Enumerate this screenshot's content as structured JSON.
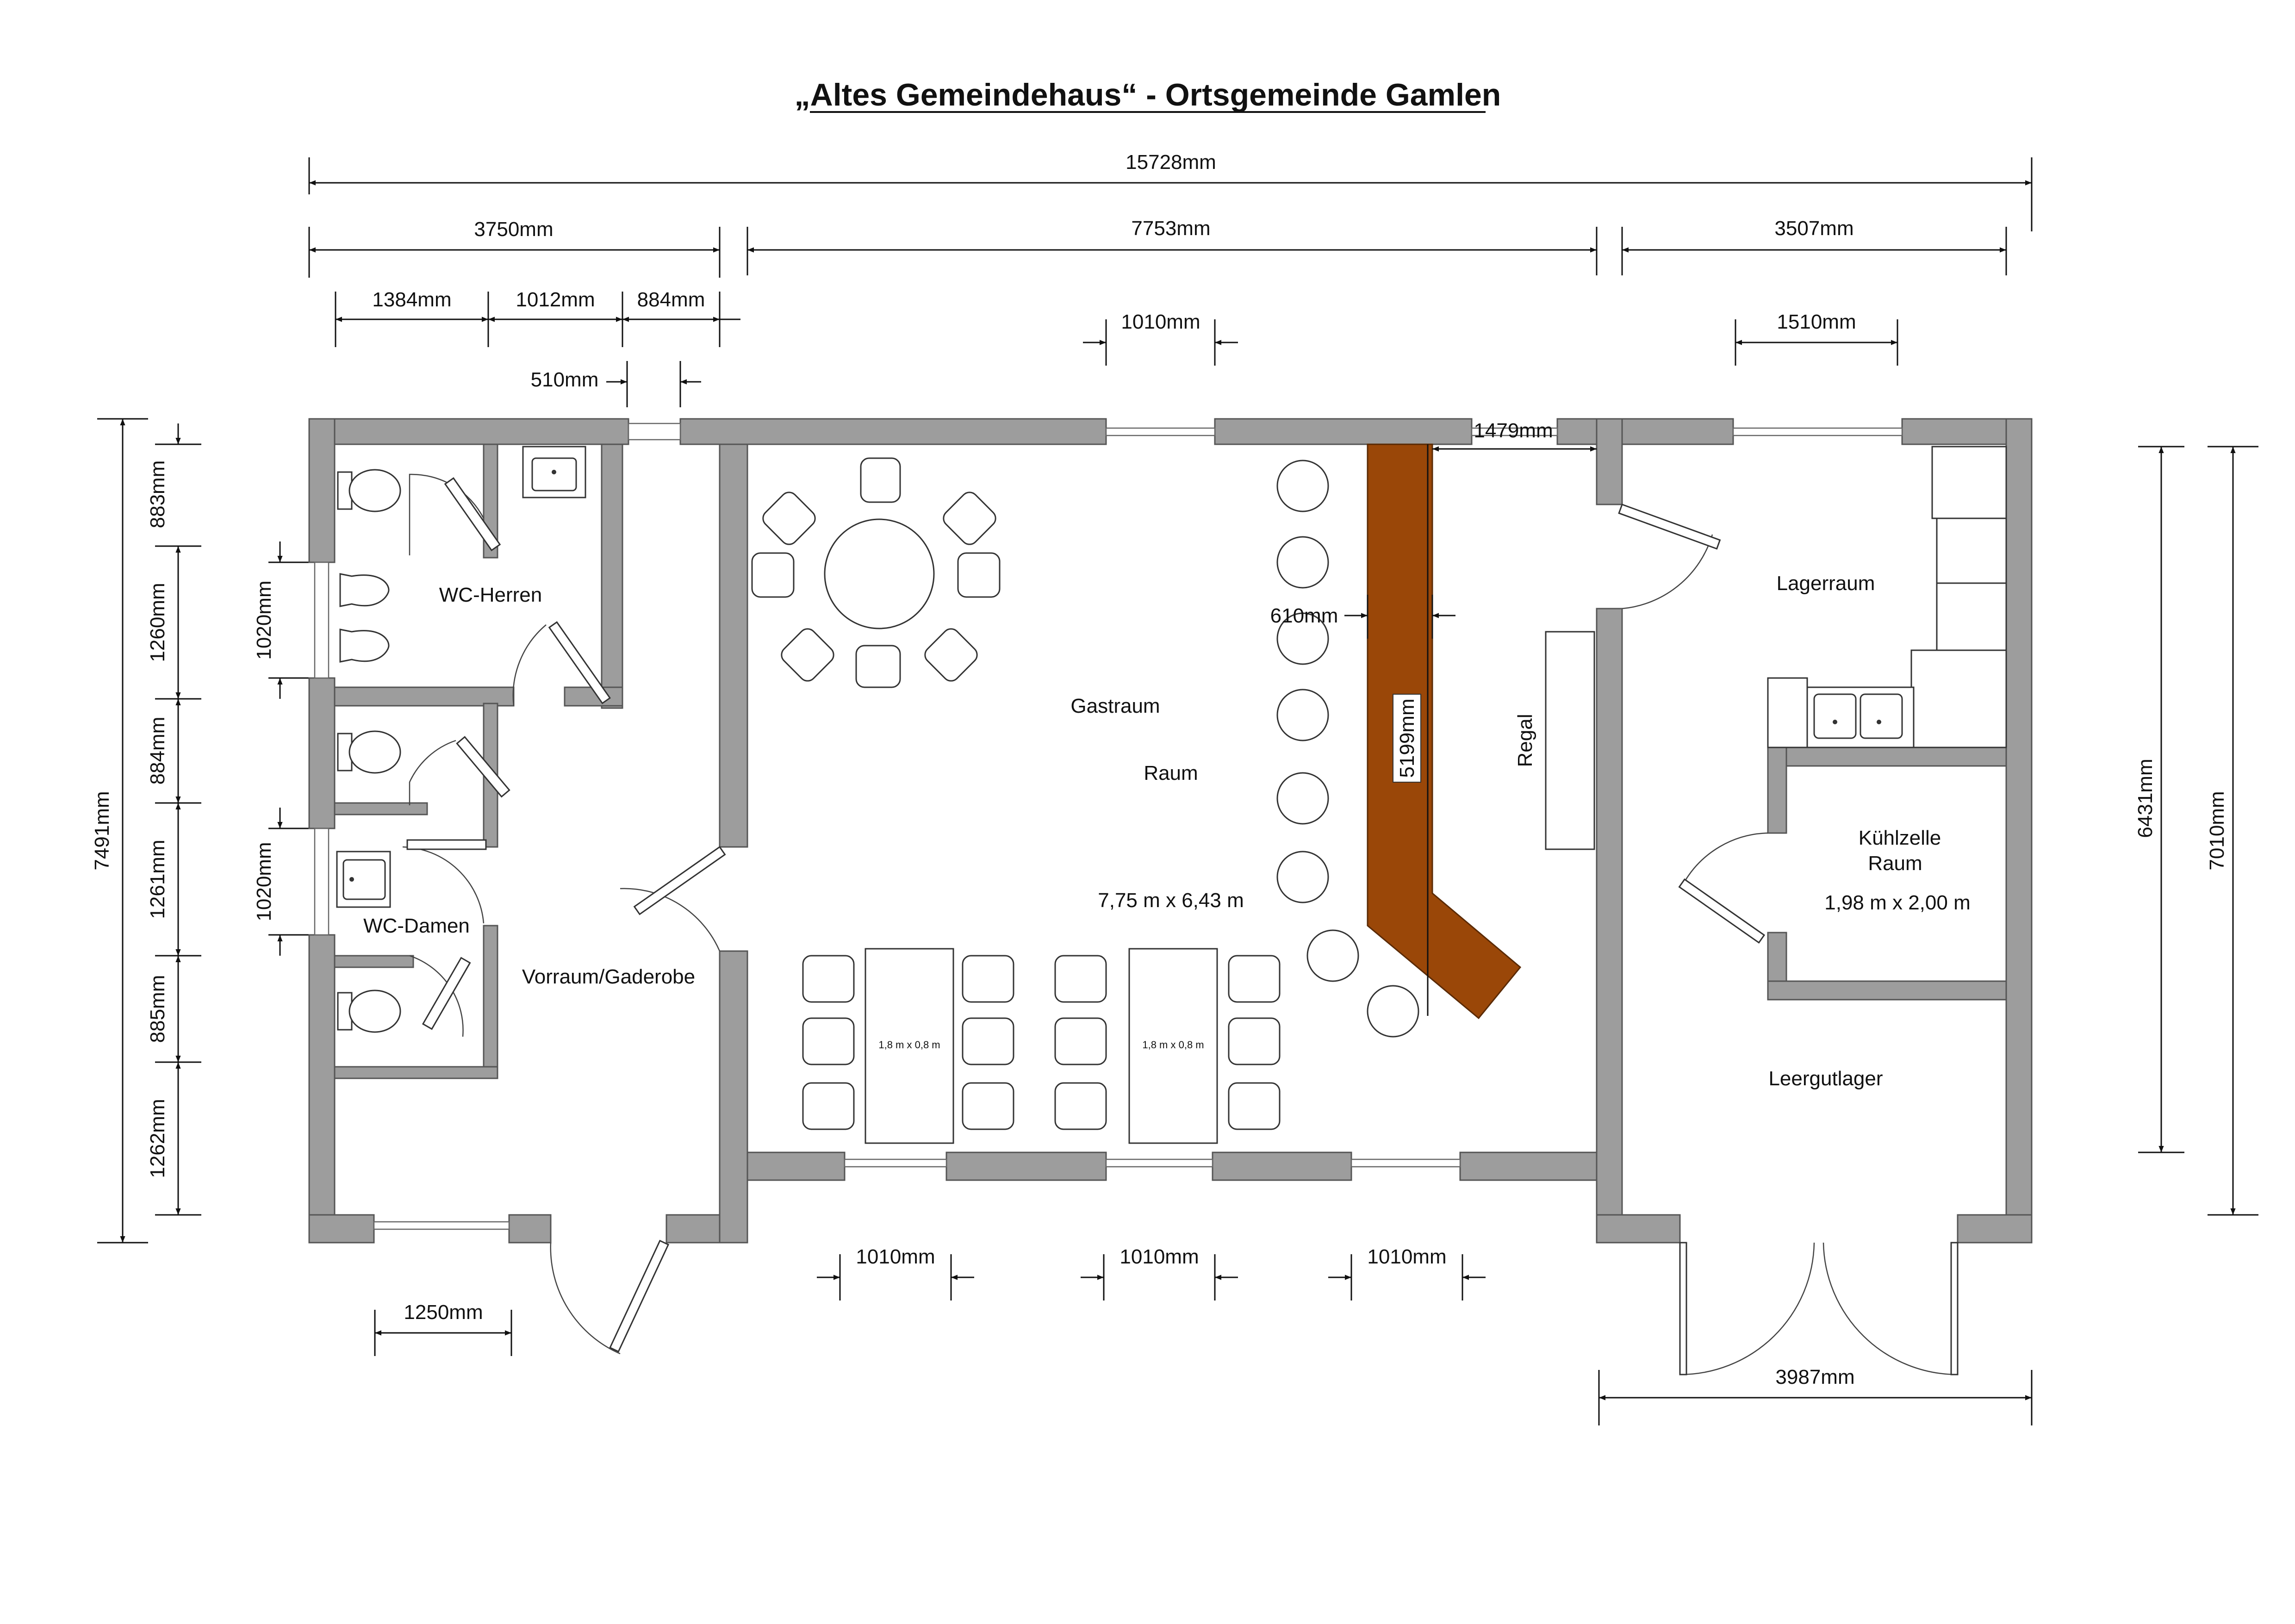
{
  "title": "„Altes Gemeindehaus“ - Ortsgemeinde Gamlen",
  "dimensions": {
    "total_width": "15728mm",
    "left_section": "3750mm",
    "middle_section": "7753mm",
    "right_section": "3507mm",
    "wc_a": "1384mm",
    "wc_b": "1012mm",
    "wc_c": "884mm",
    "door_510": "510mm",
    "window_top_mid": "1010mm",
    "window_top_right": "1510mm",
    "bar_offset": "1479mm",
    "bar_width": "610mm",
    "bar_length": "5199mm",
    "left_883": "883mm",
    "left_1260": "1260mm",
    "left_884": "884mm",
    "left_1261": "1261mm",
    "left_885": "885mm",
    "left_1262": "1262mm",
    "window_left_1": "1020mm",
    "window_left_2": "1020mm",
    "total_height": "7491mm",
    "right_6431": "6431mm",
    "right_7010": "7010mm",
    "bottom_1250": "1250mm",
    "bottom_win_1": "1010mm",
    "bottom_win_2": "1010mm",
    "bottom_win_3": "1010mm",
    "bottom_3987": "3987mm"
  },
  "rooms": {
    "wc_herren": "WC-Herren",
    "wc_damen": "WC-Damen",
    "vorraum": "Vorraum/Gaderobe",
    "gastraum": "Gastraum",
    "raum": "Raum",
    "gastraum_size": "7,75 m x 6,43 m",
    "regal": "Regal",
    "lagerraum": "Lagerraum",
    "kuehlzelle": "Kühlzelle",
    "kuehlzelle_raum": "Raum",
    "kuehlzelle_size": "1,98 m x 2,00 m",
    "leergutlager": "Leergutlager",
    "table_1": "1,8 m x 0,8 m",
    "table_2": "1,8 m x 0,8 m"
  },
  "colors": {
    "wall": "#9d9d9d",
    "bar_counter": "#9a4708"
  }
}
